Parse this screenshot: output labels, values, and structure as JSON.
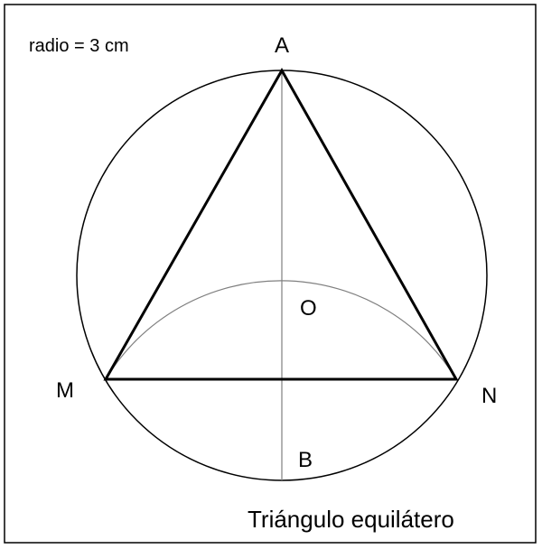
{
  "labels": {
    "radius_note": "radio = 3 cm",
    "point_a": "A",
    "point_o": "O",
    "point_b": "B",
    "point_m": "M",
    "point_n": "N",
    "caption": "Triángulo equilátero"
  },
  "colors": {
    "stroke": "#000000",
    "thin_line": "#808080",
    "background": "#ffffff"
  }
}
